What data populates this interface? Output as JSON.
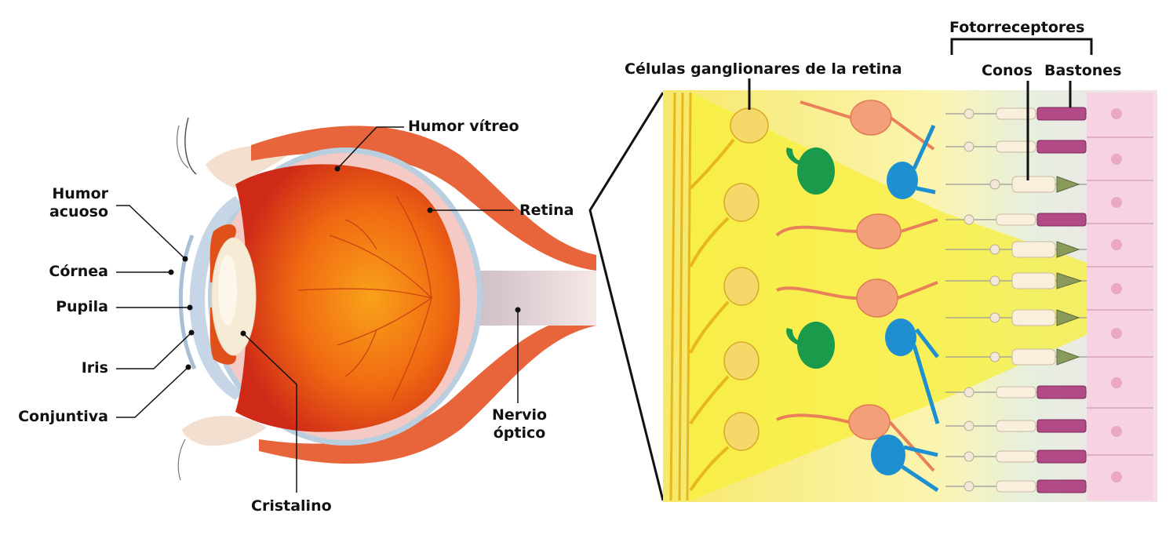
{
  "diagram": {
    "eye_labels": {
      "humor_acuoso": "Humor\nacuoso",
      "humor_acuoso_l1": "Humor",
      "humor_acuoso_l2": "acuoso",
      "cornea": "Córnea",
      "pupila": "Pupila",
      "iris": "Iris",
      "conjuntiva": "Conjuntiva",
      "humor_vitreo": "Humor vítreo",
      "retina": "Retina",
      "cristalino": "Cristalino",
      "nervio_optico_l1": "Nervio",
      "nervio_optico_l2": "óptico"
    },
    "retina_labels": {
      "ganglionares": "Células ganglionares de la retina",
      "fotorreceptores": "Fotorreceptores",
      "conos": "Conos",
      "bastones": "Bastones"
    },
    "colors": {
      "vitreous_red": "#d9301a",
      "vitreous_orange": "#f68a0c",
      "sclera_pink": "#f5c9c4",
      "choroid_blue": "#b9cfe0",
      "muscle": "#e8643a",
      "lens": "#f6ecd6",
      "retina_yellow": "#f7ef62",
      "retina_bg": "#fbf6b8",
      "ganglion": "#f2c94c",
      "bipolar_salmon": "#f3a07a",
      "amacrine_green": "#1a9a4a",
      "horizontal_blue": "#1e8fd0",
      "rod_purple": "#b24a86",
      "cone_olive": "#8a9a5a",
      "epithelium_pink": "#f7d2e2"
    }
  }
}
